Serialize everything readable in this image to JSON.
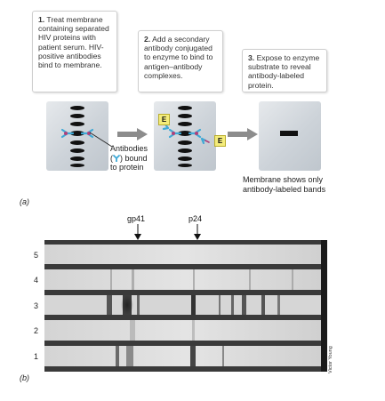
{
  "steps": [
    {
      "num": "1.",
      "text": "Treat membrane containing separated HIV proteins with patient serum. HIV-positive antibodies bind to membrane."
    },
    {
      "num": "2.",
      "text": "Add a secondary antibody conjugated to enzyme to bind to antigen–antibody complexes."
    },
    {
      "num": "3.",
      "text": "Expose to enzyme substrate to reveal antibody-labeled protein."
    }
  ],
  "labels": {
    "antibodies_line1": "Antibodies",
    "antibodies_line2_pre": "(",
    "antibodies_line2_post": ") bound",
    "antibodies_line3": "to protein",
    "enzyme": "E",
    "membrane_caption_line1": "Membrane shows only",
    "membrane_caption_line2": "antibody-labeled bands",
    "part_a": "(a)",
    "part_b": "(b)"
  },
  "gel": {
    "markers": [
      "gp41",
      "p24"
    ],
    "lanes": [
      "5",
      "4",
      "3",
      "2",
      "1"
    ],
    "credit": "Victor Young"
  },
  "colors": {
    "antibody": "#3fa9d6",
    "antigen_mark": "#b0407a",
    "enzyme_fill": "#f4ec7a",
    "arrow": "#8c8c8c"
  }
}
